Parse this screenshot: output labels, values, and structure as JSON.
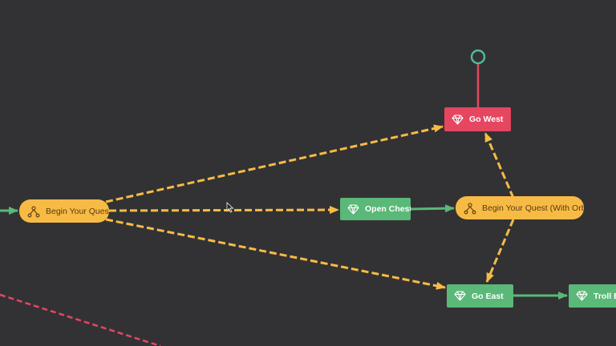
{
  "colors": {
    "background": "#323234",
    "branch": "#f7bb45",
    "action_green": "#5ab878",
    "action_red": "#e54660",
    "connector_green": "#5ab878",
    "connector_dashed_yellow": "#f7bb45",
    "connector_red": "#e54660",
    "end_marker": "#4fb89a"
  },
  "nodes": {
    "begin_quest": {
      "label": "Begin Your Quest",
      "icon": "branch-icon"
    },
    "begin_quest_orb": {
      "label": "Begin Your Quest (With Orb!)",
      "icon": "branch-icon"
    },
    "open_chest": {
      "label": "Open Chest",
      "icon": "gem-icon"
    },
    "go_west": {
      "label": "Go West",
      "icon": "gem-icon"
    },
    "go_east": {
      "label": "Go East",
      "icon": "gem-icon"
    },
    "troll": {
      "label": "Troll Er",
      "icon": "gem-icon"
    }
  }
}
